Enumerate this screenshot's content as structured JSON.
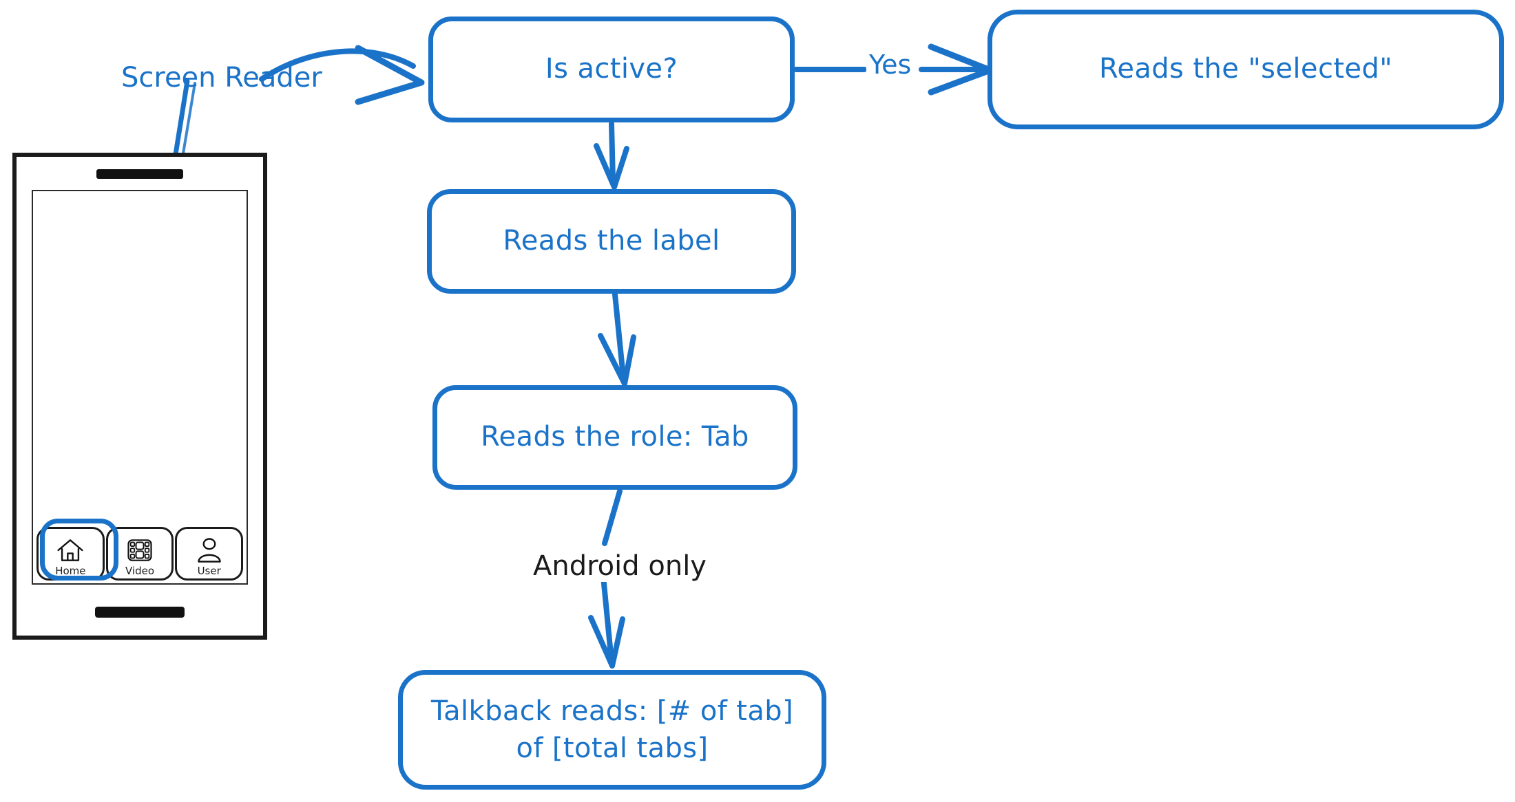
{
  "diagram": {
    "title": "Screen reader tab announcement flow",
    "accent_color": "#1a73c8",
    "ink_color": "#1b1b1b",
    "background": "#ffffff"
  },
  "annotations": {
    "screen_reader_label": "Screen Reader",
    "yes_label": "Yes",
    "android_only_label": "Android only"
  },
  "nodes": {
    "is_active": "Is active?",
    "reads_selected": "Reads the \"selected\"",
    "reads_label": "Reads the label",
    "reads_role": "Reads the role: Tab",
    "talkback_line1": "Talkback reads: [# of tab]",
    "talkback_line2": "of [total tabs]"
  },
  "phone": {
    "tabs": [
      {
        "label": "Home",
        "icon": "home-icon",
        "active": true
      },
      {
        "label": "Video",
        "icon": "video-icon",
        "active": false
      },
      {
        "label": "User",
        "icon": "user-icon",
        "active": false
      }
    ]
  }
}
